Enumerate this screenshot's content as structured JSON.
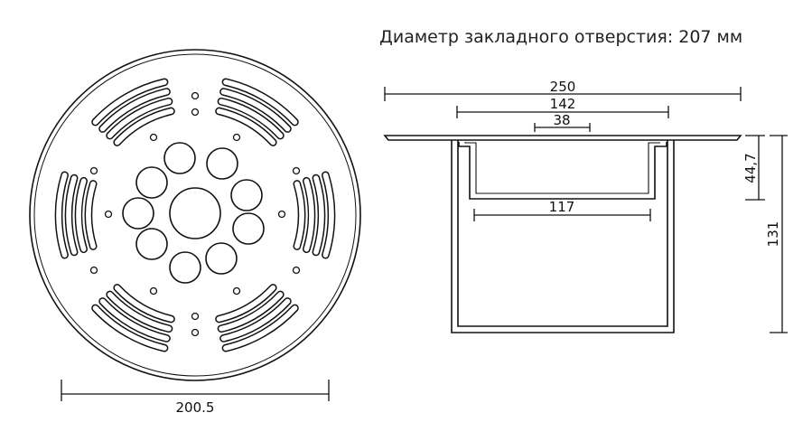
{
  "header": {
    "text": "Диаметр закладного отверстия: 207 мм"
  },
  "top_view": {
    "diameter_label": "200.5"
  },
  "side_view": {
    "dims": {
      "overall_width": "250",
      "inner_width": "142",
      "center_width": "38",
      "cup_width": "117",
      "cup_depth": "44,7",
      "total_height": "131"
    }
  },
  "colors": {
    "stroke": "#111111",
    "background": "#ffffff"
  }
}
